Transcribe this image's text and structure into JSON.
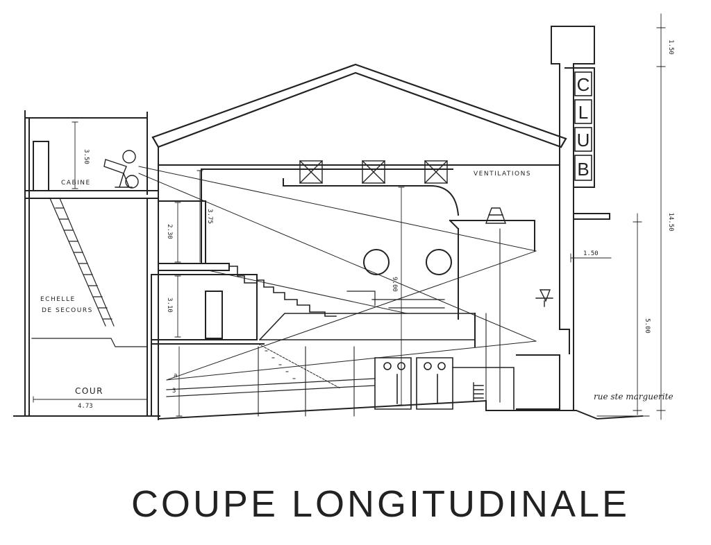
{
  "title": "COUPE LONGITUDINALE",
  "labels": {
    "cabine": "CABINE",
    "ventilations": "VENTILATIONS",
    "echelle_line1": "ECHELLE",
    "echelle_line2": "DE SECOURS",
    "cour": "COUR",
    "street": "rue ste marguerite"
  },
  "sign_letters": [
    "C",
    "L",
    "U",
    "B"
  ],
  "dimensions": {
    "cabin_height": "3.50",
    "gallery_height": "2.30",
    "ceiling_height": "3.75",
    "lower_height": "3.10",
    "hall_height": "9.00",
    "cour_width": "4.73",
    "sign_top": "1.50",
    "total_height": "14.50",
    "facade_height": "5.00",
    "overhang": "1.50",
    "row_a": "a",
    "row_b": "3"
  },
  "colors": {
    "ink": "#222222",
    "paper": "#ffffff"
  }
}
